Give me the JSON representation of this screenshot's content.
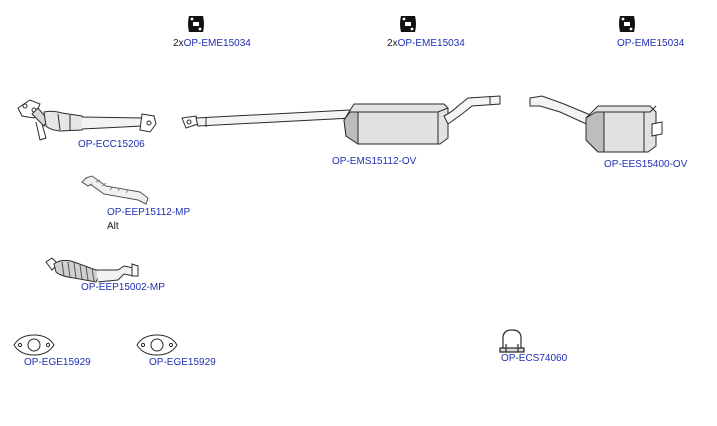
{
  "colors": {
    "link": "#1f2fb5",
    "text": "#1a1a1a",
    "part_outline": "#2b2b2b",
    "part_fill": "#d9d9d9",
    "part_shade": "#9a9a9a"
  },
  "parts": {
    "hanger_1": {
      "qty": "2x",
      "code": "OP-EME15034",
      "icon": "rubber-hanger-icon"
    },
    "hanger_2": {
      "qty": "2x",
      "code": "OP-EME15034",
      "icon": "rubber-hanger-icon"
    },
    "hanger_3": {
      "code": "OP-EME15034",
      "icon": "rubber-hanger-icon"
    },
    "catalytic_converter": {
      "code": "OP-ECC15206",
      "icon": "catalytic-converter-icon"
    },
    "front_pipe_mp": {
      "code": "OP-EEP15112-MP",
      "note": "Alt",
      "icon": "front-pipe-icon"
    },
    "front_pipe_flex": {
      "code": "OP-EEP15002-MP",
      "icon": "flex-pipe-icon"
    },
    "middle_silencer": {
      "code": "OP-EMS15112-OV",
      "icon": "middle-silencer-icon"
    },
    "rear_silencer": {
      "code": "OP-EES15400-OV",
      "icon": "rear-silencer-icon"
    },
    "gasket_1": {
      "code": "OP-EGE15929",
      "icon": "gasket-icon"
    },
    "gasket_2": {
      "code": "OP-EGE15929",
      "icon": "gasket-icon"
    },
    "clamp": {
      "code": "OP-ECS74060",
      "icon": "clamp-icon"
    }
  }
}
